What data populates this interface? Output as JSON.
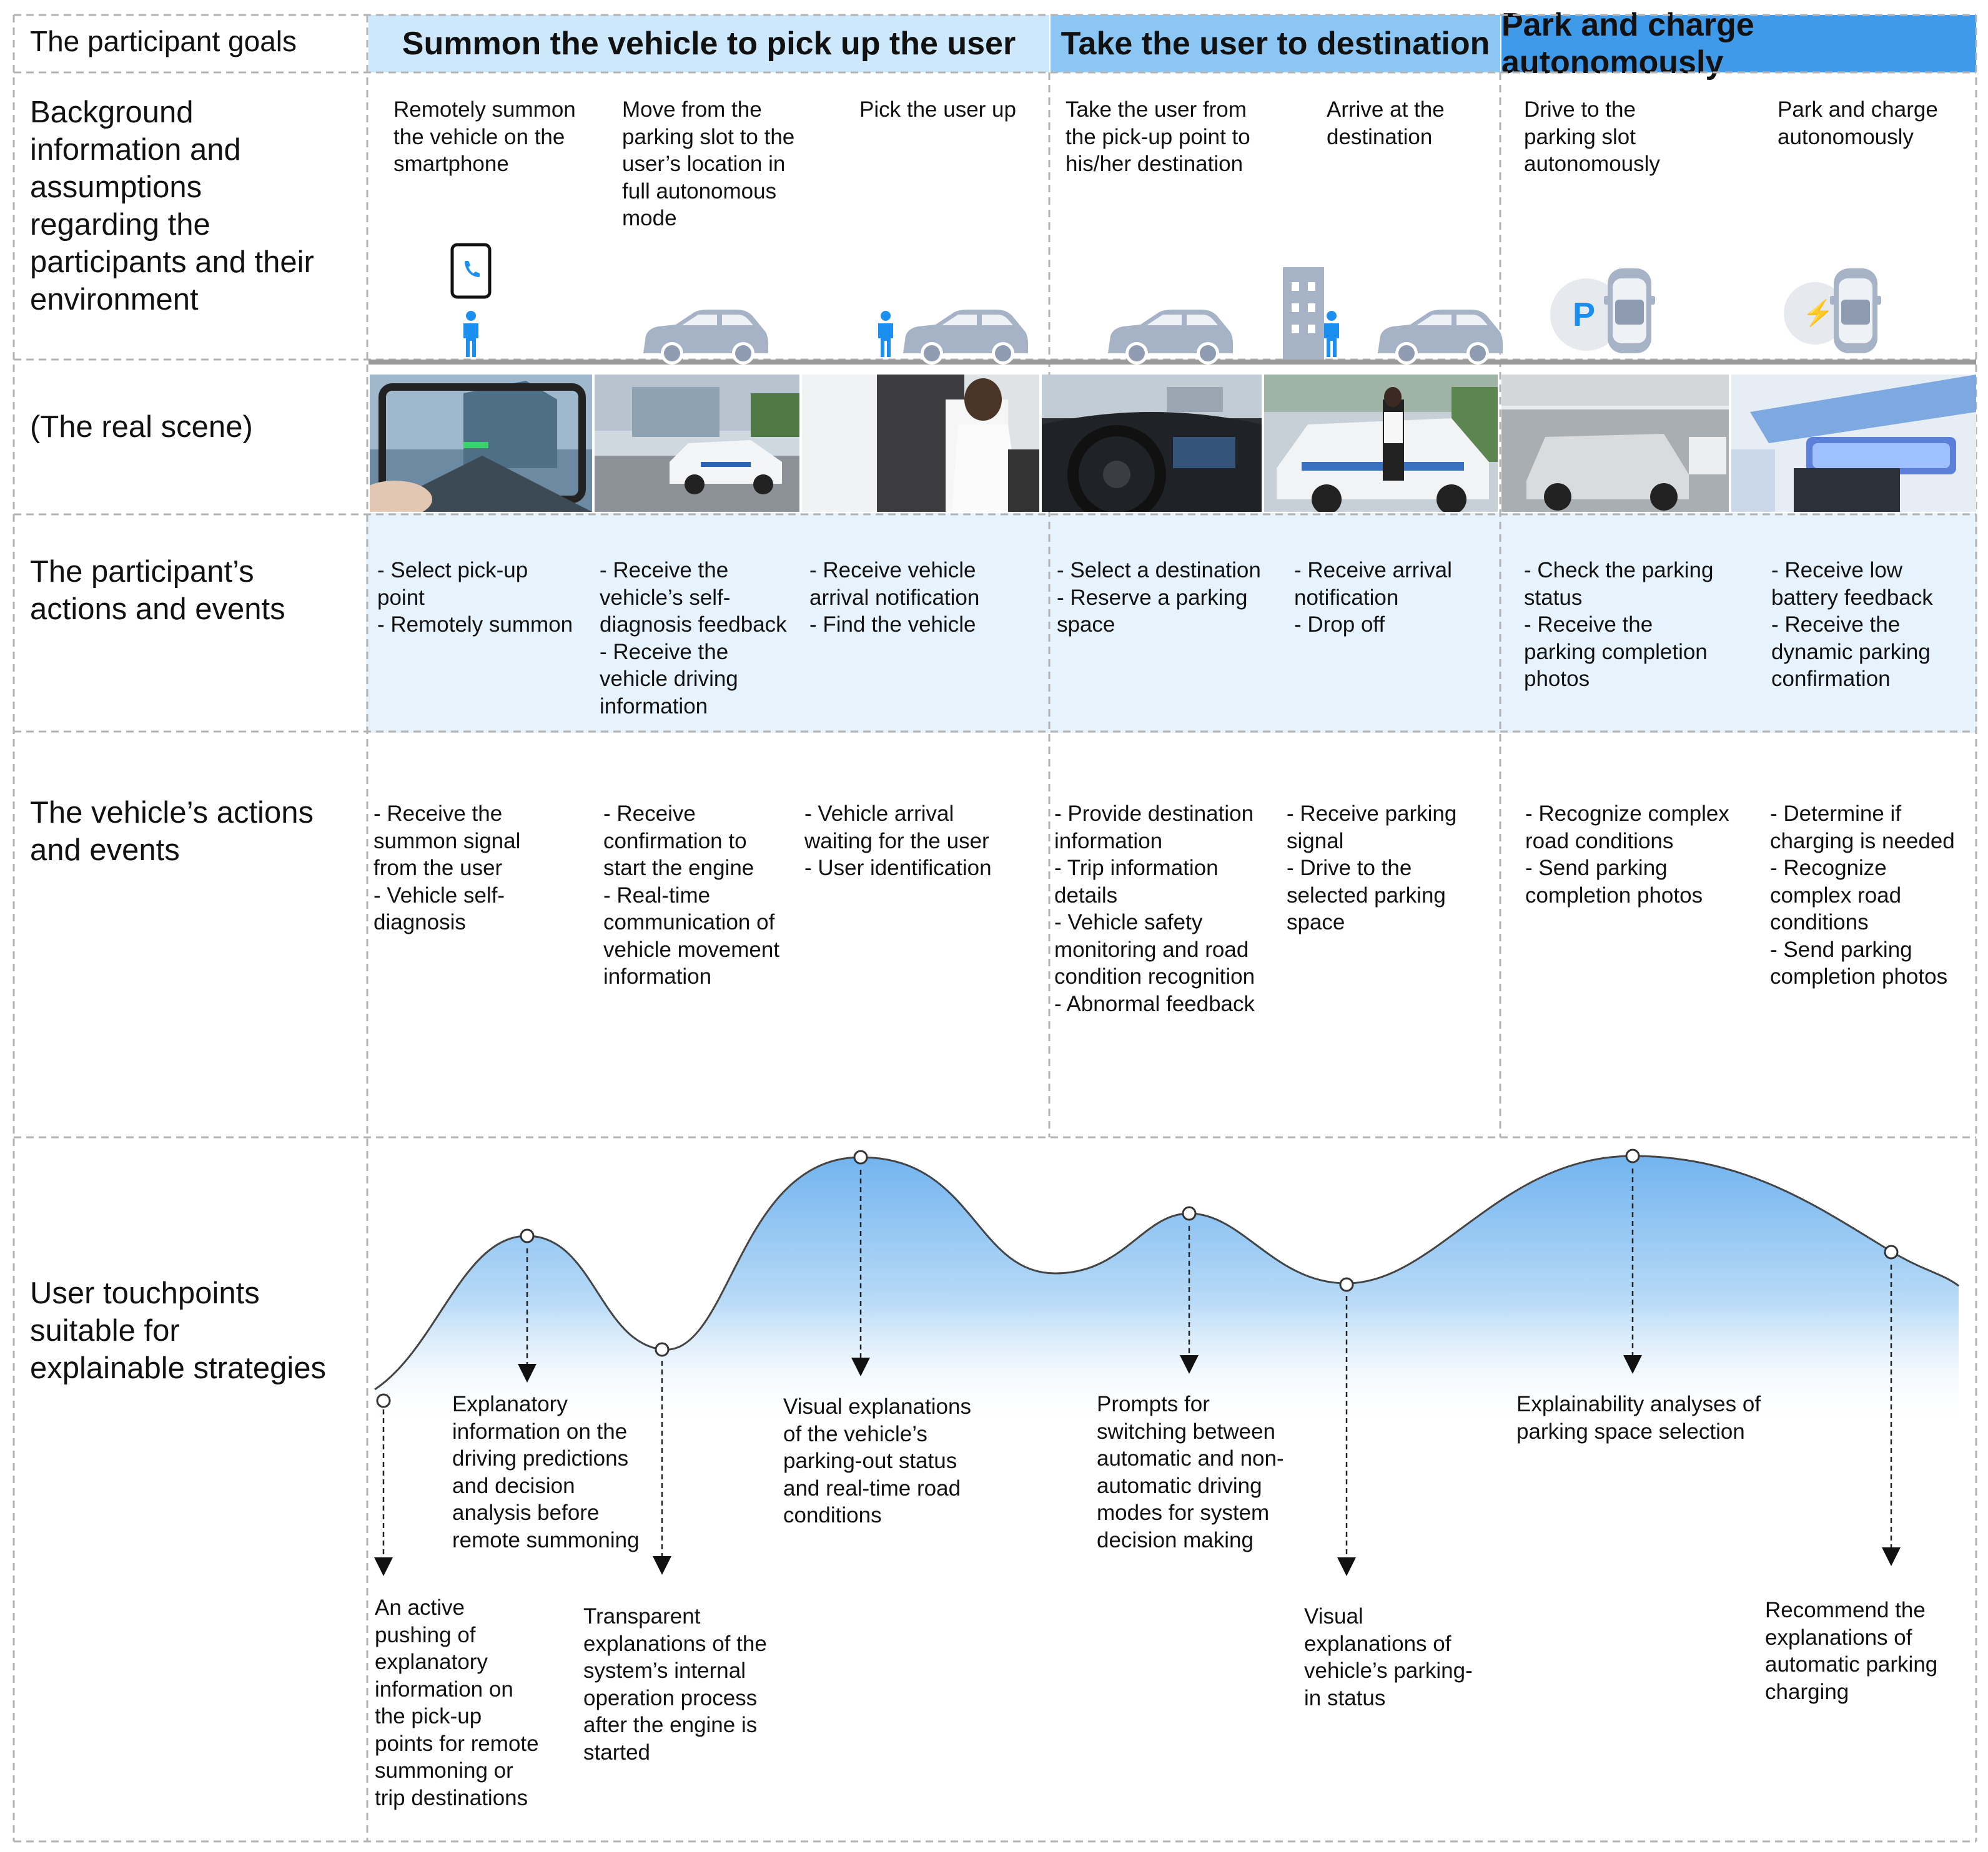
{
  "rows": {
    "goals": "The participant goals",
    "background": "Background\ninformation and\nassumptions\nregarding the\nparticipants and their\nenvironment",
    "scene": "(The real scene)",
    "participant": "The participant’s\nactions and events",
    "vehicle": "The vehicle’s actions\nand events",
    "touchpoints": "User touchpoints\nsuitable for\nexplainable strategies"
  },
  "goals": [
    {
      "label": "Summon the vehicle to pick up the user",
      "color": "#cde8fb"
    },
    {
      "label": "Take the user to destination",
      "color": "#8cc7f3"
    },
    {
      "label": "Park and charge autonomously",
      "color": "#3f9bea"
    }
  ],
  "background": [
    "Remotely summon\nthe vehicle on the\nsmartphone",
    "Move from the\nparking slot to the\nuser’s location  in\nfull autonomous\nmode",
    "Pick the user up",
    "Take the user from\nthe pick-up point to\nhis/her destination",
    "Arrive at the\ndestination",
    "Drive to the\nparking slot\nautonomously",
    "Park and charge\nautonomously"
  ],
  "icons": {
    "parking_letter": "P",
    "charging_symbol": "⚡"
  },
  "participant_actions": [
    "- Select pick-up\npoint\n- Remotely summon",
    "- Receive the\nvehicle’s self-\ndiagnosis feedback\n- Receive the\nvehicle driving\ninformation",
    "- Receive vehicle\narrival notification\n- Find the vehicle",
    "- Select a destination\n- Reserve a parking\nspace",
    "- Receive arrival\nnotification\n- Drop off",
    "- Check the parking\nstatus\n- Receive the\nparking completion\nphotos",
    "- Receive low\nbattery feedback\n- Receive the\ndynamic parking\nconfirmation"
  ],
  "vehicle_actions": [
    "- Receive the\nsummon signal\nfrom the user\n- Vehicle self-\ndiagnosis",
    "- Receive\nconfirmation to\nstart the engine\n- Real-time\ncommunication of\nvehicle movement\ninformation",
    "- Vehicle arrival\nwaiting for the user\n- User identification",
    "- Provide destination\ninformation\n- Trip information\ndetails\n- Vehicle safety\nmonitoring and road\ncondition recognition\n- Abnormal feedback",
    "- Receive parking\nsignal\n- Drive to the\nselected parking\nspace",
    "- Recognize complex\nroad conditions\n- Send parking\ncompletion photos",
    "- Determine if\ncharging is needed\n- Recognize\ncomplex road\nconditions\n- Send parking\ncompletion photos"
  ],
  "touchpoints": [
    "An active\npushing of\nexplanatory\ninformation on\nthe pick-up\npoints for remote\nsummoning or\ntrip destinations",
    "Explanatory\ninformation on the\ndriving predictions\nand decision\nanalysis before\nremote summoning",
    "Transparent\nexplanations of the\nsystem’s internal\noperation process\nafter the engine is\nstarted",
    "Visual explanations\nof the vehicle’s\nparking-out status\nand real-time road\nconditions",
    "Prompts for\nswitching between\nautomatic and non-\nautomatic driving\nmodes for system\ndecision making",
    "Visual\nexplanations of\nvehicle’s parking-\nin status",
    "Explainability analyses of\nparking space selection",
    "Recommend the\nexplanations of\nautomatic parking\ncharging"
  ],
  "colors": {
    "row_tint": "#e6f3fd",
    "icon_blue": "#1b8ff0",
    "car_gray": "#a6b3c6",
    "wave_fill": "#6fb2ef"
  }
}
